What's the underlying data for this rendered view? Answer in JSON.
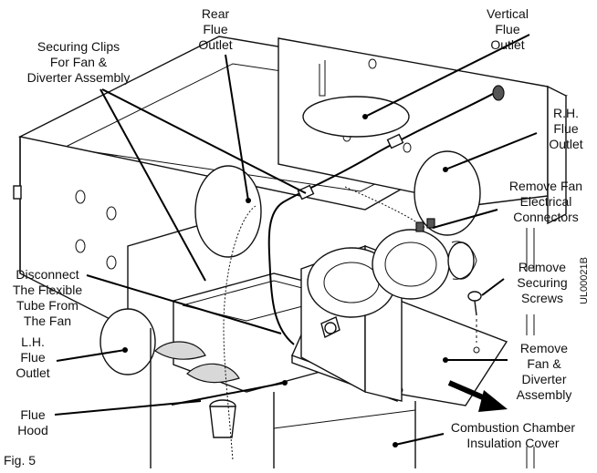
{
  "figure": {
    "caption": "Fig. 5",
    "code": "UL00021B"
  },
  "labels": {
    "rear_flue_outlet": [
      "Rear",
      "Flue",
      "Outlet"
    ],
    "vertical_flue_outlet": [
      "Vertical",
      "Flue",
      "Outlet"
    ],
    "securing_clips": [
      "Securing Clips",
      "For Fan &",
      "Diverter Assembly"
    ],
    "rh_flue_outlet": [
      "R.H.",
      "Flue",
      "Outlet"
    ],
    "remove_fan_connectors": [
      "Remove Fan",
      "Electrical",
      "Connectors"
    ],
    "remove_securing_screws": [
      "Remove",
      "Securing",
      "Screws"
    ],
    "disconnect_tube": [
      "Disconnect",
      "The Flexible",
      "Tube From",
      "The Fan"
    ],
    "lh_flue_outlet": [
      "L.H.",
      "Flue",
      "Outlet"
    ],
    "remove_fan_diverter": [
      "Remove",
      "Fan &",
      "Diverter",
      "Assembly"
    ],
    "flue_hood": [
      "Flue",
      "Hood"
    ],
    "combustion_chamber_cover": [
      "Combustion Chamber",
      "Insulation Cover"
    ]
  }
}
